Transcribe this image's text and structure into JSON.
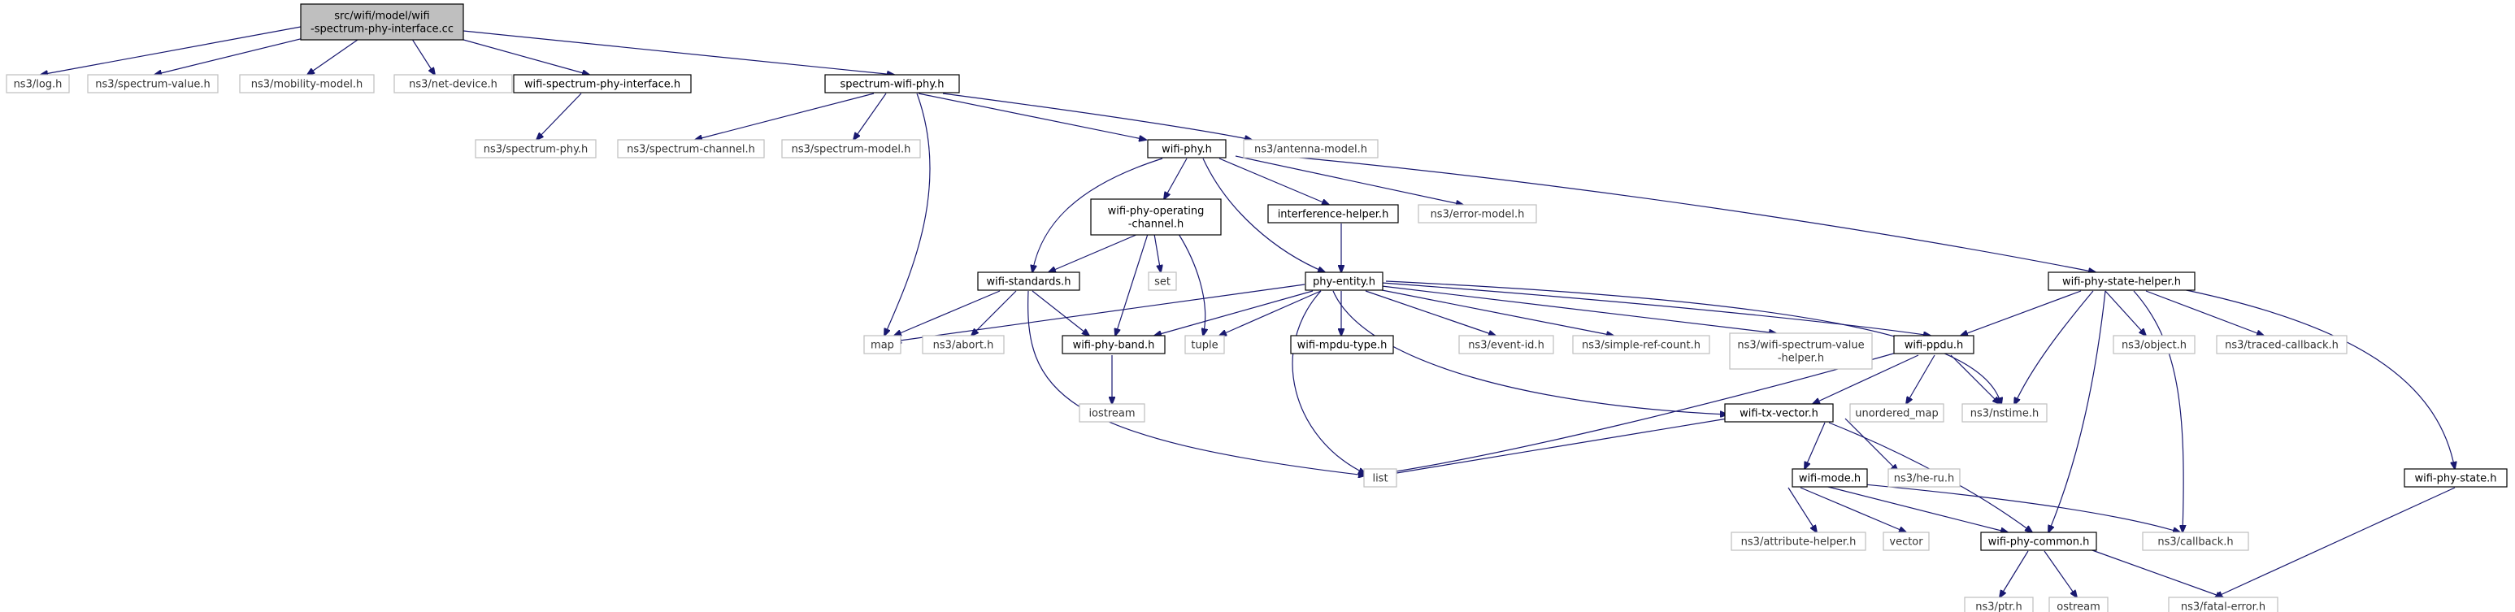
{
  "title": "",
  "colors": {
    "edge": "#191970",
    "root_fill": "#bfbfbf",
    "external_border": "#bfbfbf",
    "internal_border": "#000000"
  },
  "nodes": {
    "root": [
      "src/wifi/model/wifi",
      "-spectrum-phy-interface.cc"
    ],
    "log": "ns3/log.h",
    "spectrum_value": "ns3/spectrum-value.h",
    "mobility_model": "ns3/mobility-model.h",
    "net_device": "ns3/net-device.h",
    "wifi_spectrum_phy_interface": "wifi-spectrum-phy-interface.h",
    "spectrum_wifi_phy": "spectrum-wifi-phy.h",
    "spectrum_phy": "ns3/spectrum-phy.h",
    "spectrum_channel": "ns3/spectrum-channel.h",
    "spectrum_model": "ns3/spectrum-model.h",
    "wifi_phy": "wifi-phy.h",
    "antenna_model": "ns3/antenna-model.h",
    "wifi_phy_operating_channel": [
      "wifi-phy-operating",
      "-channel.h"
    ],
    "interference_helper": "interference-helper.h",
    "error_model": "ns3/error-model.h",
    "wifi_phy_state_helper": "wifi-phy-state-helper.h",
    "wifi_standards": "wifi-standards.h",
    "set": "set",
    "phy_entity": "phy-entity.h",
    "map": "map",
    "abort": "ns3/abort.h",
    "wifi_phy_band": "wifi-phy-band.h",
    "tuple": "tuple",
    "wifi_mpdu_type": "wifi-mpdu-type.h",
    "event_id": "ns3/event-id.h",
    "simple_ref_count": "ns3/simple-ref-count.h",
    "wifi_spectrum_value_helper": [
      "ns3/wifi-spectrum-value",
      "-helper.h"
    ],
    "wifi_ppdu": "wifi-ppdu.h",
    "object": "ns3/object.h",
    "traced_callback": "ns3/traced-callback.h",
    "iostream": "iostream",
    "unordered_map": "unordered_map",
    "nstime": "ns3/nstime.h",
    "wifi_tx_vector": "wifi-tx-vector.h",
    "list": "list",
    "he_ru": "ns3/he-ru.h",
    "wifi_mode": "wifi-mode.h",
    "wifi_phy_state": "wifi-phy-state.h",
    "callback": "ns3/callback.h",
    "attribute_helper": "ns3/attribute-helper.h",
    "vector": "vector",
    "wifi_phy_common": "wifi-phy-common.h",
    "ptr": "ns3/ptr.h",
    "ostream": "ostream",
    "fatal_error": "ns3/fatal-error.h"
  }
}
